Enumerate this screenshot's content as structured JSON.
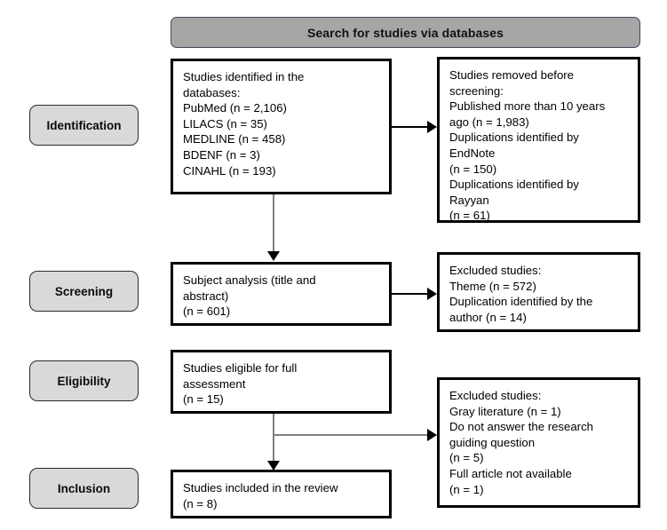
{
  "header": {
    "title": "Search for studies via databases",
    "fill_color": "#a6a6a6",
    "border_color": "#4a4458"
  },
  "stages": [
    {
      "label": "Identification"
    },
    {
      "label": "Screening"
    },
    {
      "label": "Eligibility"
    },
    {
      "label": "Inclusion"
    }
  ],
  "boxes": {
    "identified": {
      "lines": [
        "Studies identified in the",
        "databases:",
        "PubMed (n = 2,106)",
        "LILACS (n = 35)",
        "MEDLINE (n = 458)",
        "BDENF (n = 3)",
        "CINAHL (n = 193)"
      ]
    },
    "removed_before_screening": {
      "lines": [
        "Studies removed before",
        "screening:",
        "Published more than 10 years",
        "ago (n = 1,983)",
        "Duplications identified by",
        "EndNote",
        "(n = 150)",
        "Duplications identified by",
        "Rayyan",
        "(n = 61)"
      ]
    },
    "subject_analysis": {
      "lines": [
        "Subject analysis (title and",
        "abstract)",
        "(n = 601)"
      ]
    },
    "excluded_screening": {
      "lines": [
        "Excluded studies:",
        "Theme (n = 572)",
        "Duplication identified by the",
        "author (n = 14)"
      ]
    },
    "eligible_full": {
      "lines": [
        "Studies eligible for full",
        "assessment",
        "(n = 15)"
      ]
    },
    "excluded_eligibility": {
      "lines": [
        "Excluded studies:",
        "Gray literature (n = 1)",
        "Do not answer the research",
        "guiding question",
        "(n = 5)",
        "Full article not available",
        "(n = 1)"
      ]
    },
    "included_review": {
      "lines": [
        "Studies included in the review",
        "(n = 8)"
      ]
    }
  },
  "colors": {
    "box_border": "#000000",
    "stage_fill": "#d9d9d9",
    "connector_gray": "#808080",
    "connector_black": "#000000",
    "background": "#ffffff"
  }
}
